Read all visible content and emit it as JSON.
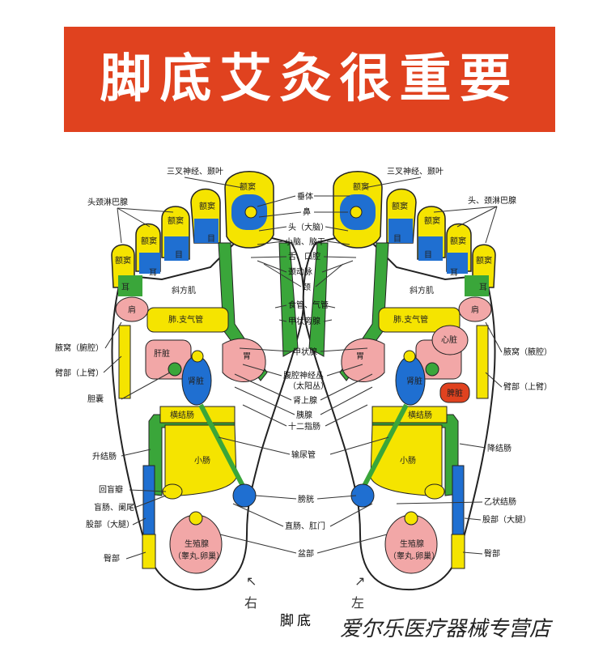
{
  "banner": {
    "title": "脚底艾灸很重要"
  },
  "footer": {
    "caption": "脚底",
    "store": "爱尔乐医疗器械专营店"
  },
  "directions": {
    "right": "右",
    "left": "左"
  },
  "center_labels": [
    "三叉神经、颞叶",
    "垂体",
    "鼻",
    "头（大脑）",
    "小脑、脑干",
    "舌、口腔",
    "颈动脉",
    "颈",
    "食管、气管",
    "甲状旁腺",
    "甲状腺",
    "腹腔神经丛",
    "（太阳丛）",
    "肾上腺",
    "胰腺",
    "十二指肠",
    "输尿管",
    "膀胱",
    "直肠、肛门",
    "盆部"
  ],
  "left_foot_labels": [
    "头颈淋巴腺",
    "腋窝（腑腔）",
    "臂部（上臂）",
    "胆囊",
    "升结肠",
    "回盲瓣",
    "盲肠、阑尾",
    "股部（大腿）",
    "臀部"
  ],
  "right_foot_labels": [
    "三叉神经、颞叶",
    "头、颈淋巴腺",
    "腋窝（腋腔）",
    "臂部（上臂）",
    "降结肠",
    "乙状结肠",
    "股部（大腿）",
    "臀部"
  ],
  "zones": {
    "sinus": "额窦",
    "eye": "目",
    "ear": "耳",
    "trapezius": "斜方肌",
    "shoulder": "肩",
    "lung": "肺.支气管",
    "liver": "肝脏",
    "stomach": "胃",
    "kidney": "肾脏",
    "heart": "心脏",
    "spleen": "脾脏",
    "transverse_colon": "横结肠",
    "small_intestine": "小肠",
    "gonad": "生殖腺",
    "gonad_sub": "（睾丸.卵巢）"
  },
  "colors": {
    "banner": "#e0421f",
    "yellow": "#f5e400",
    "blue": "#1f6fd1",
    "green": "#3aa63a",
    "pink": "#f2a7a7",
    "red": "#e0421f",
    "outline": "#222222"
  }
}
